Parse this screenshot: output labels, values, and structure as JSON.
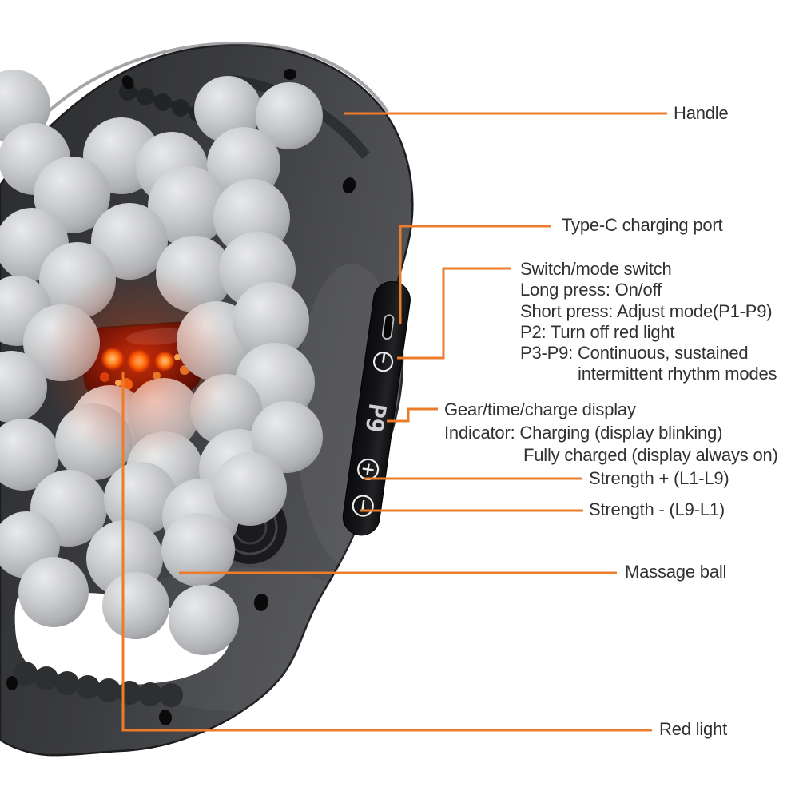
{
  "colors": {
    "accent_callout": "#EC7C2B",
    "label_text": "#313134",
    "background": "#FFFFFF",
    "device_body": "#3A3B3E",
    "ball_gray": "#C7C8CA",
    "control_strip": "#0B0B0D",
    "red_light_glow": "#FF5A00"
  },
  "device": {
    "display_value": "P9",
    "icons": [
      "type-c-port",
      "power-icon",
      "led-display",
      "plus-icon",
      "minus-icon"
    ]
  },
  "callouts": {
    "handle": {
      "label": "Handle"
    },
    "type_c": {
      "label": "Type-C charging port"
    },
    "switch_mode": {
      "lines": [
        "Switch/mode switch",
        "Long press: On/off",
        "Short press: Adjust mode(P1-P9)",
        "P2: Turn off red light",
        "P3-P9: Continuous, sustained",
        "intermittent rhythm modes"
      ]
    },
    "gear_display": {
      "lines": [
        "Gear/time/charge display",
        "Indicator: Charging (display blinking)",
        "Fully charged (display always on)"
      ]
    },
    "strength_plus": {
      "label": "Strength + (L1-L9)"
    },
    "strength_minus": {
      "label": "Strength - (L9-L1)"
    },
    "massage_ball": {
      "label": "Massage ball"
    },
    "red_light": {
      "label": "Red light"
    }
  }
}
